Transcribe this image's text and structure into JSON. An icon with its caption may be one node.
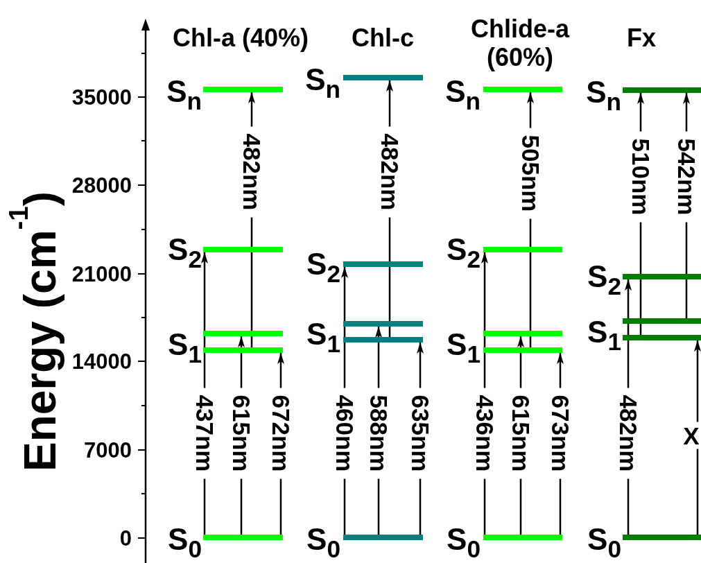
{
  "diagram": {
    "nodes": [
      {
        "text": [],
        "shape": "bar",
        "beside": [
          "S$_{n}$"
        ]
      },
      {
        "text": [],
        "shape": "bar",
        "beside": [
          "S$_{2}$"
        ]
      },
      {
        "text": [],
        "shape": "bar"
      },
      {
        "text": [],
        "shape": "bar",
        "beside": [
          "S$_{1}$"
        ]
      },
      {
        "text": [],
        "shape": "bar",
        "beside": [
          "S$_{0}$"
        ]
      },
      {
        "text": [],
        "shape": "bar",
        "beside": [
          "S$_{n}$"
        ]
      },
      {
        "text": [],
        "shape": "bar",
        "beside": [
          "S$_{2}$"
        ]
      },
      {
        "text": [],
        "shape": "bar"
      },
      {
        "text": [],
        "shape": "bar",
        "beside": [
          "S$_{1}$"
        ]
      },
      {
        "text": [],
        "shape": "bar",
        "beside": [
          "S$_{0}$"
        ]
      },
      {
        "text": [],
        "shape": "bar",
        "beside": [
          "S$_{n}$"
        ]
      },
      {
        "text": [],
        "shape": "bar",
        "beside": [
          "S$_{2}$"
        ]
      },
      {
        "text": [],
        "shape": "bar"
      },
      {
        "text": [],
        "shape": "bar",
        "beside": [
          "S$_{1}$"
        ]
      },
      {
        "text": [],
        "shape": "bar",
        "beside": [
          "S$_{0}$"
        ]
      },
      {
        "text": [],
        "shape": "bar",
        "beside": [
          "S$_{n}$"
        ]
      },
      {
        "text": [],
        "shape": "bar",
        "beside": [
          "S$_{2}$"
        ]
      },
      {
        "text": [],
        "shape": "bar"
      },
      {
        "text": [],
        "shape": "bar",
        "beside": [
          "S$_{1}$"
        ]
      },
      {
        "text": [],
        "shape": "bar",
        "beside": [
          "S$_{0}$"
        ]
      }
    ],
    "edges": [
      {
        "from": 4,
        "to": 1,
        "arrow": "to",
        "label": "437nm"
      },
      {
        "from": 4,
        "to": 2,
        "arrow": "to",
        "label": "615nm"
      },
      {
        "from": 4,
        "to": 3,
        "arrow": "to",
        "label": "672nm"
      },
      {
        "from": 3,
        "to": 0,
        "arrow": "to",
        "label": "482nm"
      },
      {
        "from": 9,
        "to": 6,
        "arrow": "to",
        "label": "460nm"
      },
      {
        "from": 9,
        "to": 7,
        "arrow": "to",
        "label": "588nm"
      },
      {
        "from": 9,
        "to": 8,
        "arrow": "to",
        "label": "635nm"
      },
      {
        "from": 8,
        "to": 5,
        "arrow": "to",
        "label": "482nm"
      },
      {
        "from": 14,
        "to": 11,
        "arrow": "to",
        "label": "436nm"
      },
      {
        "from": 14,
        "to": 12,
        "arrow": "to",
        "label": "615nm"
      },
      {
        "from": 14,
        "to": 13,
        "arrow": "to",
        "label": "673nm"
      },
      {
        "from": 13,
        "to": 10,
        "arrow": "to",
        "label": "505nm"
      },
      {
        "from": 19,
        "to": 16,
        "arrow": "to",
        "label": "482nm"
      },
      {
        "from": 18,
        "to": 15,
        "arrow": "to",
        "label": "510nm"
      },
      {
        "from": 17,
        "to": 15,
        "arrow": "to",
        "label": "542nm"
      },
      {
        "from": 19,
        "to": 18,
        "arrow": "to",
        "label": "X"
      }
    ],
    "labels": [
      "Chl-a (40%)",
      "Chl-c",
      "Chlide-a (60%)",
      "Fx",
      "35000",
      "28000",
      "21000",
      "14000",
      "7000",
      "0",
      "Energy (cm$^{-1}$)"
    ]
  }
}
